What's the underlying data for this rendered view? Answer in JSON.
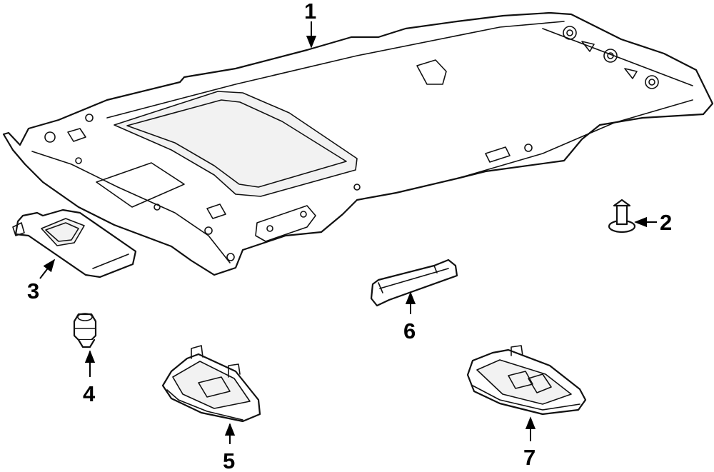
{
  "callouts": [
    {
      "id": "headliner",
      "number": "1"
    },
    {
      "id": "clip",
      "number": "2"
    },
    {
      "id": "sun-visor",
      "number": "3"
    },
    {
      "id": "visor-holder",
      "number": "4"
    },
    {
      "id": "dome-lamp",
      "number": "5"
    },
    {
      "id": "grab-handle",
      "number": "6"
    },
    {
      "id": "map-lamp",
      "number": "7"
    }
  ],
  "colors": {
    "line": "#111111",
    "background": "#ffffff"
  }
}
